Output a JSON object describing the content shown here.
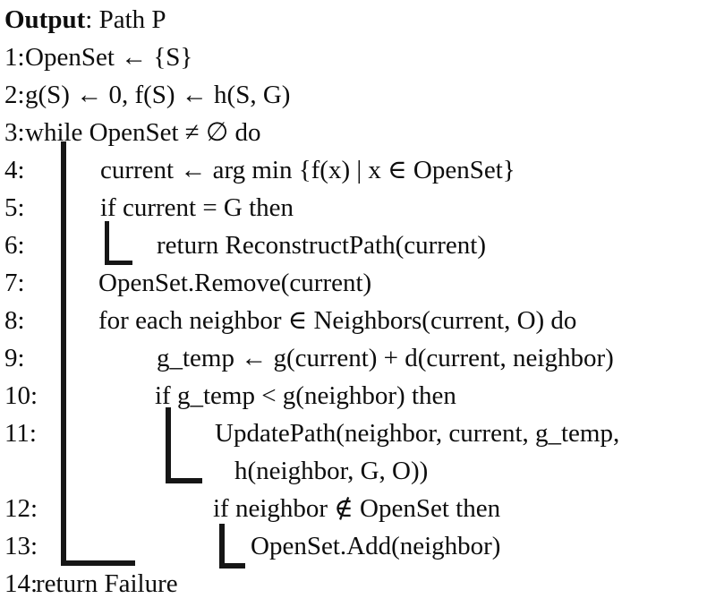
{
  "listing": {
    "header": {
      "keyword": "Output",
      "rest": ": Path P"
    },
    "lines": [
      {
        "num": "1:",
        "code": "OpenSet ← {S}",
        "indent": 28
      },
      {
        "num": "2:",
        "code": "g(S) ← 0, f(S) ← h(S, G)",
        "indent": 28
      },
      {
        "num": "3:",
        "code": "while OpenSet ≠ ∅ do",
        "indent": 28
      },
      {
        "num": "4:",
        "code": "current ← arg min {f(x) | x ∈ OpenSet}",
        "indent": 112
      },
      {
        "num": "5:",
        "code": "if current = G then",
        "indent": 112
      },
      {
        "num": "6:",
        "code": "return ReconstructPath(current)",
        "indent": 175
      },
      {
        "num": "7:",
        "code": "OpenSet.Remove(current)",
        "indent": 110
      },
      {
        "num": "8:",
        "code": "for each neighbor ∈ Neighbors(current, O) do",
        "indent": 110
      },
      {
        "num": "9:",
        "code": "g_temp ← g(current) + d(current, neighbor)",
        "indent": 175
      },
      {
        "num": "10:",
        "code": "if g_temp < g(neighbor) then",
        "indent": 173
      },
      {
        "num": "11:",
        "code": "UpdatePath(neighbor, current, g_temp,",
        "indent": 240
      },
      {
        "num": "",
        "code": "h(neighbor, G, O))",
        "indent": 262
      },
      {
        "num": "12:",
        "code": "if neighbor ∉ OpenSet then",
        "indent": 238
      },
      {
        "num": "13:",
        "code": "OpenSet.Add(neighbor)",
        "indent": 280
      },
      {
        "num": "14:",
        "code": "return Failure",
        "indent": 40
      }
    ]
  },
  "colors": {
    "ink": "#0d0d0d",
    "background": "#ffffff"
  }
}
